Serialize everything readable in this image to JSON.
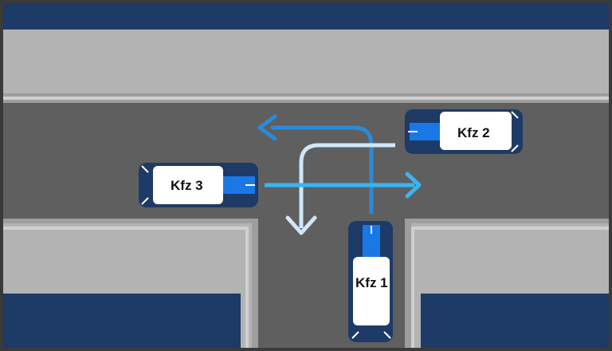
{
  "scene": {
    "colors": {
      "frame": "#3a3a3a",
      "building": "#1e3a66",
      "sidewalk": "#b3b3b3",
      "curb": "#c9c9c9",
      "road": "#5f5f5f",
      "car_body": "#1e3a66",
      "car_window": "#ffffff",
      "car_stripe": "#1a78e6",
      "arrow_left": "#2d8ad6",
      "arrow_straight": "#3bb4f2",
      "arrow_down": "#cfe7fa"
    }
  },
  "vehicles": [
    {
      "id": "kfz1",
      "label": "Kfz 1",
      "heading": "north"
    },
    {
      "id": "kfz2",
      "label": "Kfz 2",
      "heading": "west"
    },
    {
      "id": "kfz3",
      "label": "Kfz 3",
      "heading": "east"
    }
  ],
  "maneuvers": [
    {
      "vehicle": "Kfz 1",
      "direction": "left-turn",
      "icon": "arrow-left-turn"
    },
    {
      "vehicle": "Kfz 2",
      "direction": "left-turn",
      "icon": "arrow-down-turn"
    },
    {
      "vehicle": "Kfz 3",
      "direction": "straight",
      "icon": "arrow-straight"
    }
  ]
}
